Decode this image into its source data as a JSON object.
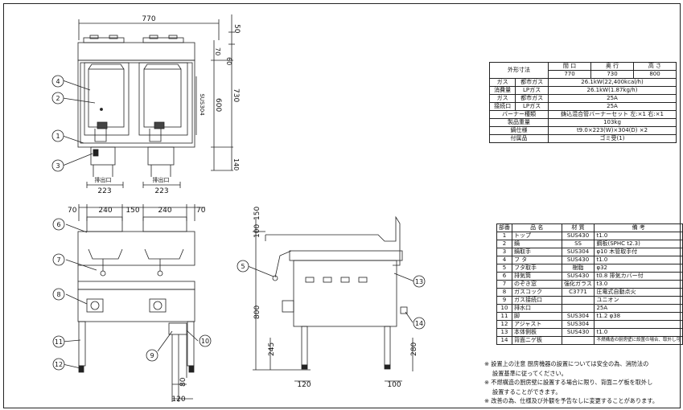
{
  "drawing": {
    "front_dims": {
      "total_width": "770",
      "top_gap": "50",
      "d70": "70",
      "d60": "60",
      "height_730": "730",
      "height_600": "600",
      "d140": "140",
      "basket_w1": "223",
      "basket_w2": "223",
      "basket_label": "SUS304",
      "drain_label": "排出口"
    },
    "side_dims": {
      "d150": "150",
      "d100": "100",
      "height_800": "800",
      "d245": "245",
      "d280": "280",
      "d120": "120",
      "d100b": "100"
    },
    "bottom_dims": {
      "d70a": "70",
      "d240a": "240",
      "d150": "150",
      "d240b": "240",
      "d70b": "70",
      "d80": "80",
      "d120": "120"
    },
    "callouts": [
      "1",
      "2",
      "3",
      "4",
      "5",
      "6",
      "7",
      "8",
      "9",
      "10",
      "11",
      "12",
      "13",
      "14"
    ]
  },
  "spec_table": {
    "header": [
      "外形寸法",
      "間 口",
      "奥 行",
      "高 さ"
    ],
    "dims": [
      "770",
      "730",
      "800"
    ],
    "rows": [
      {
        "a": "ガス",
        "b": "都市ガス",
        "v": "26.1kW(22,400kcal/h)"
      },
      {
        "a": "消費量",
        "b": "LPガス",
        "v": "26.1kW(1.87kg/h)"
      },
      {
        "a": "ガス",
        "b": "都市ガス",
        "v": "25A"
      },
      {
        "a": "接続口",
        "b": "LPガス",
        "v": "25A"
      },
      {
        "a": "バーナー種類",
        "b": "",
        "v": "鋳込混合管バーナーセット 左:×1 右:×1"
      },
      {
        "a": "製品重量",
        "b": "",
        "v": "103kg"
      },
      {
        "a": "鍋仕様",
        "b": "",
        "v": "t9.0×223(W)×304(D) ×2"
      },
      {
        "a": "付属品",
        "b": "",
        "v": "ゴミ受(1)"
      }
    ]
  },
  "parts_table": {
    "header": [
      "部番",
      "品 名",
      "材 質",
      "備 考"
    ],
    "rows": [
      [
        "1",
        "トップ",
        "SUS430",
        "t1.0"
      ],
      [
        "2",
        "鍋",
        "SS",
        "鋼板(SPHC t2.3)"
      ],
      [
        "3",
        "鍋取手",
        "SUS304",
        "φ10 木管取手付"
      ],
      [
        "4",
        "フ タ",
        "SUS430",
        "t1.0"
      ],
      [
        "5",
        "フタ取手",
        "樹脂",
        "φ32"
      ],
      [
        "6",
        "排気筒",
        "SUS430",
        "t0.8 排気カバー付"
      ],
      [
        "7",
        "のぞき窓",
        "強化ガラス",
        "t3.0"
      ],
      [
        "8",
        "ガスコック",
        "C3771",
        "圧電式自動点火"
      ],
      [
        "9",
        "ガス接続口",
        "",
        "ユニオン"
      ],
      [
        "10",
        "排水口",
        "",
        "25A"
      ],
      [
        "11",
        "脚",
        "SUS304",
        "t1.2 φ38"
      ],
      [
        "12",
        "アジャスト",
        "SUS304",
        ""
      ],
      [
        "13",
        "本体側板",
        "SUS430",
        "t1.0"
      ],
      [
        "14",
        "背面ニゲ板",
        "",
        "不燃構造の厨房壁に設置の場合、取外し可"
      ]
    ]
  },
  "notes": [
    "※ 設置上の注意 厨房機器の設置については安全の為、消防法の",
    "設置基準に従ってください。",
    "※ 不燃構造の厨房壁に設置する場合に限り、背面ニゲ板を取外し",
    "設置することができます。",
    "※ 改善の為、仕様及び外観を予告なしに変更することがあります。"
  ]
}
